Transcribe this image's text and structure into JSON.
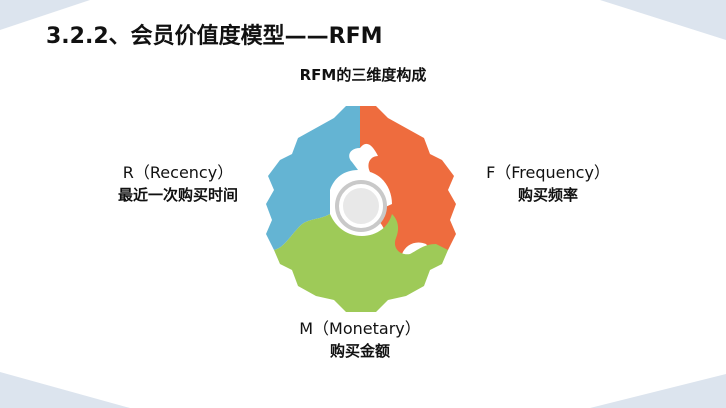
{
  "slide": {
    "title": "3.2.2、会员价值度模型——RFM",
    "subtitle": "RFM的三维度构成"
  },
  "dimensions": [
    {
      "key": "R",
      "en": "R（Recency）",
      "cn": "最近一次购买时间",
      "color": "#64B4D3"
    },
    {
      "key": "F",
      "en": "F（Frequency）",
      "cn": "购买频率",
      "color": "#EE6C3E"
    },
    {
      "key": "M",
      "en": "M（Monetary）",
      "cn": "购买金额",
      "color": "#9ECA58"
    }
  ],
  "colors": {
    "corner": "#DCE4EE",
    "hub_ring": "#C9C9C9"
  }
}
